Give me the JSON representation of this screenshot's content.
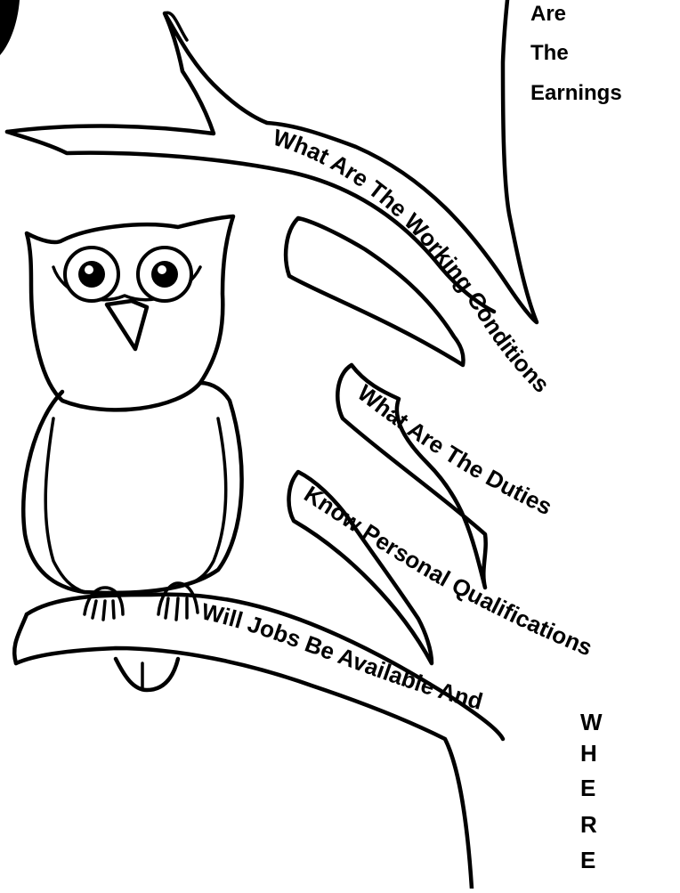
{
  "earnings_lines": [
    "Are",
    "The",
    "Earnings"
  ],
  "branches": {
    "working_conditions": "What Are The Working Conditions",
    "duties": "What Are The Duties",
    "qualifications": "Know Personal Qualifications",
    "availability": "Will Jobs Be Available And"
  },
  "where_letters": [
    "W",
    "H",
    "E",
    "R",
    "E"
  ],
  "colors": {
    "ink": "#000000",
    "paper": "#ffffff"
  }
}
